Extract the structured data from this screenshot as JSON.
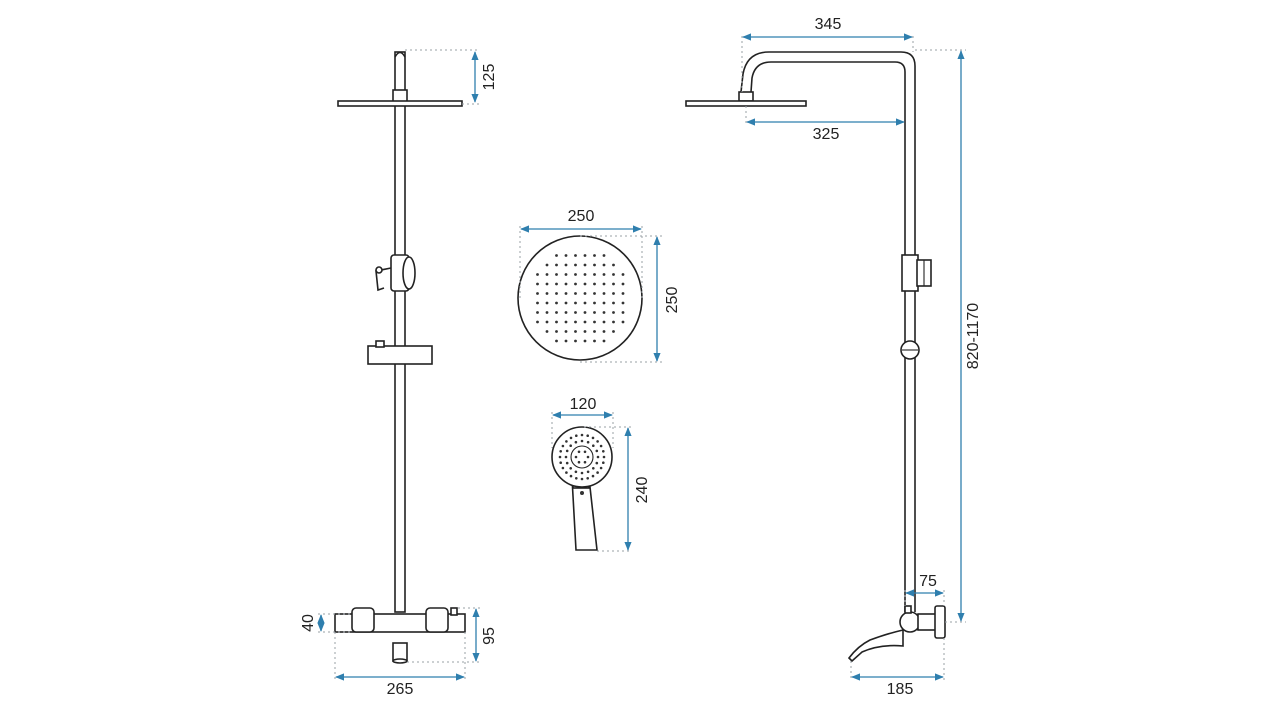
{
  "dimensions": {
    "front_head_height": "125",
    "front_body_height": "40",
    "front_outlet_height": "95",
    "front_mixer_width": "265",
    "side_arm_reach": "345",
    "side_head_offset": "325",
    "side_total_height": "820-1170",
    "side_mixer_depth": "75",
    "side_spout_reach": "185",
    "rain_head_width": "250",
    "rain_head_height": "250",
    "hand_shower_width": "120",
    "hand_shower_length": "240"
  },
  "colors": {
    "line": "#222222",
    "dimension": "#2f7fae",
    "extension": "#9aa0a6"
  }
}
